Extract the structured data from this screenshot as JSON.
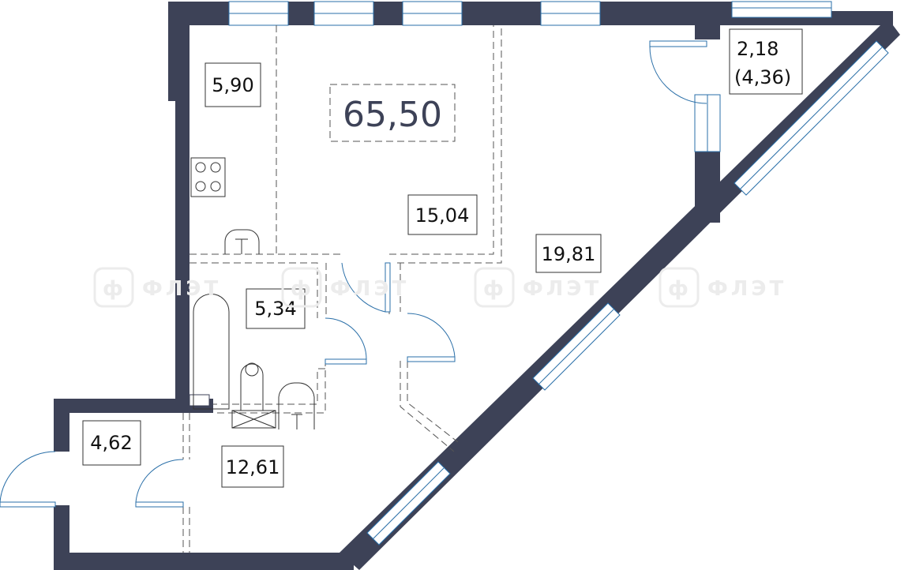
{
  "plan": {
    "total_area": "65,50",
    "rooms": [
      {
        "id": "kitchen",
        "area": "5,90"
      },
      {
        "id": "room-1",
        "area": "15,04"
      },
      {
        "id": "room-2",
        "area": "19,81"
      },
      {
        "id": "balcony",
        "area": "2,18",
        "area_extra": "(4,36)"
      },
      {
        "id": "bathroom",
        "area": "5,34"
      },
      {
        "id": "entrance",
        "area": "4,62"
      },
      {
        "id": "hall",
        "area": "12,61"
      }
    ]
  },
  "watermark": {
    "logo_letter": "ф",
    "text": "ФЛЭТ"
  },
  "colors": {
    "wall": "#3d4257",
    "window": "#2a6fa8"
  }
}
